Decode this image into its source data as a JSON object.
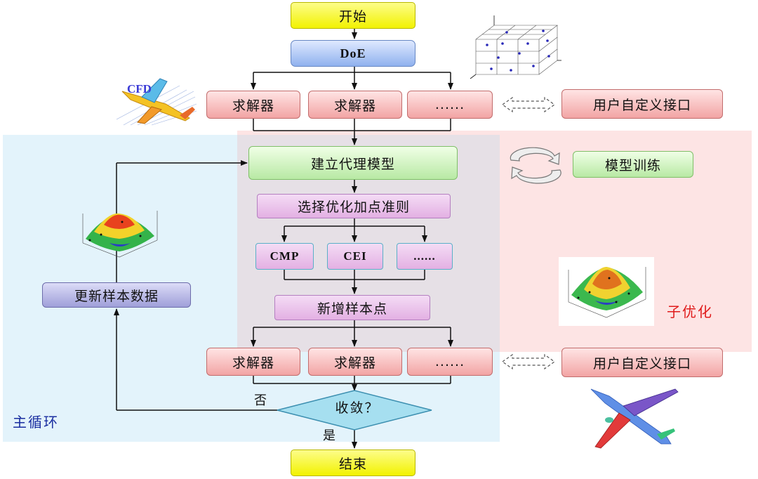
{
  "regions": {
    "main_loop": "主循环",
    "sub_opt": "子优化"
  },
  "nodes": {
    "start": "开始",
    "doe": "DoE",
    "solver_top_1": "求解器",
    "solver_top_2": "求解器",
    "solver_top_more": "......",
    "user_interface_top": "用户自定义接口",
    "surrogate": "建立代理模型",
    "model_training": "模型训练",
    "select_criterion": "选择优化加点准则",
    "cmp": "CMP",
    "cei": "CEI",
    "criterion_more": "......",
    "add_samples": "新增样本点",
    "update_samples": "更新样本数据",
    "solver_bottom_1": "求解器",
    "solver_bottom_2": "求解器",
    "solver_bottom_more": "......",
    "user_interface_bottom": "用户自定义接口",
    "converge": "收敛？",
    "end": "结束"
  },
  "edges": {
    "no": "否",
    "yes": "是"
  },
  "images": {
    "cfd_label": "CFD"
  },
  "colors": {
    "main_region": "#e3f3fb",
    "sub_region": "#fde4e4",
    "main_label": "#1a2ea0",
    "sub_label": "#e01b1b"
  }
}
